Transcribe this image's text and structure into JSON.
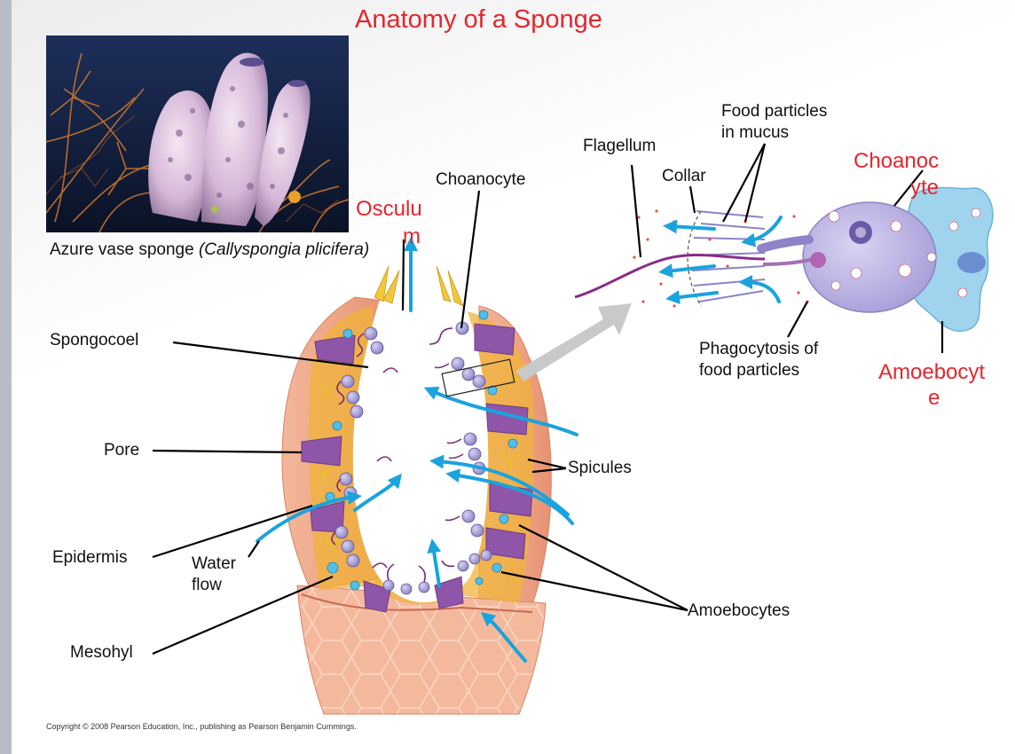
{
  "title": "Anatomy of a Sponge",
  "photo": {
    "caption_plain": "Azure vase sponge ",
    "caption_italic": "(Callyspongia plicifera)"
  },
  "labels": {
    "spongocoel": "Spongocoel",
    "pore": "Pore",
    "epidermis": "Epidermis",
    "water_flow_1": "Water",
    "water_flow_2": "flow",
    "mesohyl": "Mesohyl",
    "choanocyte": "Choanocyte",
    "osculum_1": "Osculu",
    "osculum_2": "m",
    "spicules": "Spicules",
    "amoebocytes": "Amoebocytes",
    "flagellum": "Flagellum",
    "collar": "Collar",
    "food_particles_1": "Food particles",
    "food_particles_2": "in mucus",
    "choanocyte_red_1": "Choanoc",
    "choanocyte_red_2": "yte",
    "phagocytosis_1": "Phagocytosis of",
    "phagocytosis_2": "food particles",
    "amoebocyte_red_1": "Amoebocyt",
    "amoebocyte_red_2": "e"
  },
  "copyright": "Copyright © 2008 Pearson Education, Inc., publishing as Pearson Benjamin Cummings.",
  "colors": {
    "title_red": "#e5262e",
    "water_arrow": "#1aa3dd",
    "sponge_wall": "#f2a98a",
    "mesohyl": "#f0b33a",
    "choanocyte_cell": "#8f86c9",
    "amoebocyte_cell": "#9fd3ee"
  }
}
